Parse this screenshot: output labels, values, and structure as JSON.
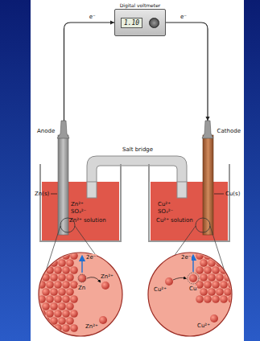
{
  "diagram": {
    "nodes": [
      {
        "text": [
          "Digital voltmeter",
          "1.10"
        ]
      },
      {
        "text": [
          "Anode"
        ]
      },
      {
        "text": [
          "Cathode"
        ]
      }
    ],
    "edges": [
      {
        "from": 1,
        "to": 0,
        "arrow": "to",
        "label": "e⁻"
      },
      {
        "from": 0,
        "to": 2,
        "arrow": "to",
        "label": "e⁻"
      }
    ],
    "labels": [
      "Zn(s)",
      "Salt bridge",
      "Cu(s)",
      "Zn²⁺",
      "SO₄²⁻",
      "Zn²⁺ solution",
      "Cu²⁺",
      "SO₄²⁻",
      "Cu²⁺ solution",
      "2e⁻",
      "Zn",
      "Zn²⁺",
      "Zn²⁺",
      "2e⁻",
      "Cu",
      "Cu²⁺",
      "Cu²⁺"
    ]
  }
}
